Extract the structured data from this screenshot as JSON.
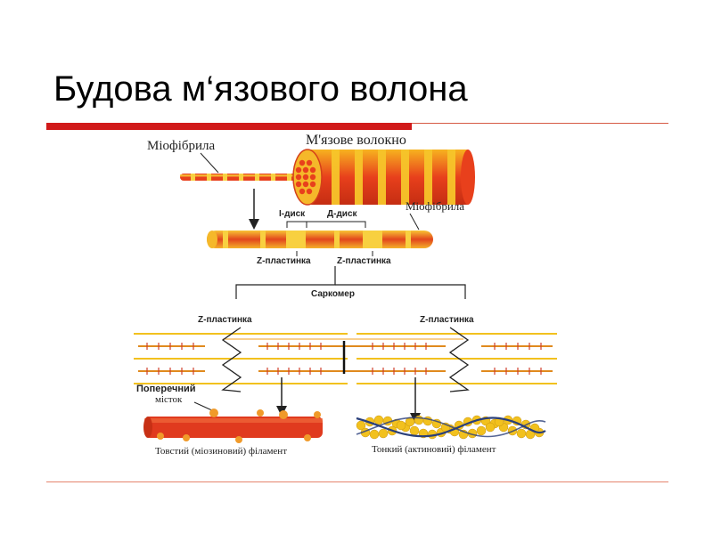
{
  "title": "Будова м‘язового волона",
  "colors": {
    "accent_bar": "#d11a1a",
    "rule_line": "#d65a45",
    "fiber_red": "#e8401c",
    "fiber_yellow": "#f7c52a",
    "filament_orange": "#f0a020",
    "actin_bead": "#f2c11e",
    "myosin_red": "#e03a1e"
  },
  "labels": {
    "myofibril_top": "Міофібрила",
    "muscle_fiber": "М'язове волокно",
    "i_disc": "І-диск",
    "d_disc": "Д-диск",
    "myofibril_right": "Міофібрила",
    "z_plate_left": "Z-пластинка",
    "z_plate_right": "Z-пластинка",
    "sarcomere": "Саркомер",
    "z_plate_lower_left": "Z-пластинка",
    "z_plate_lower_right": "Z-пластинка",
    "cross_bridge_line1": "Поперечний",
    "cross_bridge_line2": "місток",
    "thick_filament": "Товстий (міозиновий) філамент",
    "thin_filament": "Тонкий (актиновий) філамент"
  }
}
